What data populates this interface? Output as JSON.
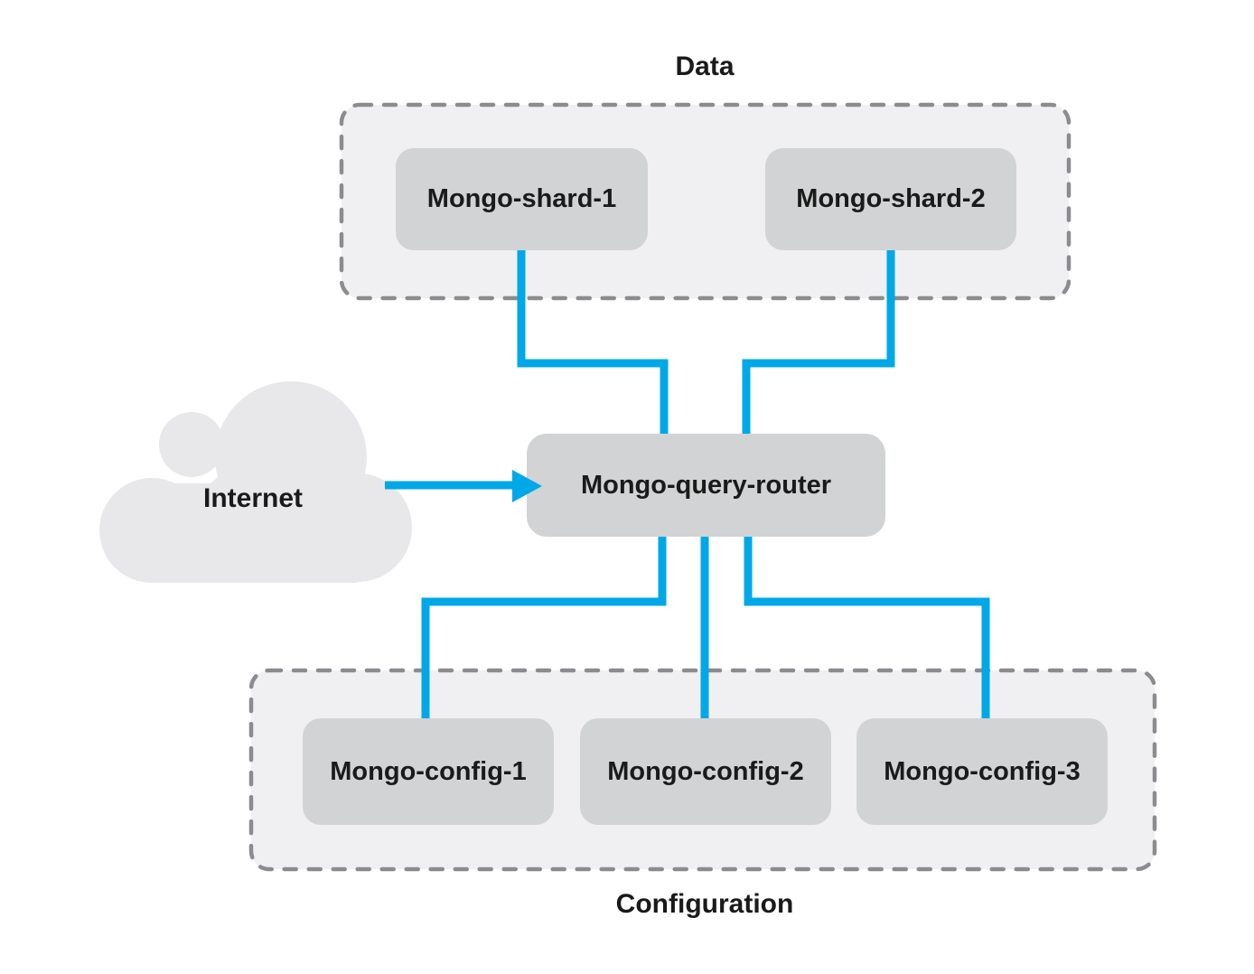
{
  "labels": {
    "data_group": "Data",
    "configuration_group": "Configuration",
    "internet": "Internet"
  },
  "nodes": {
    "shard1": "Mongo-shard-1",
    "shard2": "Mongo-shard-2",
    "router": "Mongo-query-router",
    "config1": "Mongo-config-1",
    "config2": "Mongo-config-2",
    "config3": "Mongo-config-3"
  },
  "edges": [
    {
      "from": "Mongo-shard-1",
      "to": "Mongo-query-router",
      "arrow": false
    },
    {
      "from": "Mongo-shard-2",
      "to": "Mongo-query-router",
      "arrow": false
    },
    {
      "from": "Internet",
      "to": "Mongo-query-router",
      "arrow": true
    },
    {
      "from": "Mongo-query-router",
      "to": "Mongo-config-1",
      "arrow": false
    },
    {
      "from": "Mongo-query-router",
      "to": "Mongo-config-2",
      "arrow": false
    },
    {
      "from": "Mongo-query-router",
      "to": "Mongo-config-3",
      "arrow": false
    }
  ],
  "colors": {
    "connector_blue": "#00A8E8",
    "node_fill": "#D2D3D5",
    "group_fill": "#F0F0F2",
    "group_border": "#8C8C90",
    "cloud_fill": "#E8E8EA",
    "text": "#1A1A1A",
    "canvas": "#FFFFFF"
  }
}
